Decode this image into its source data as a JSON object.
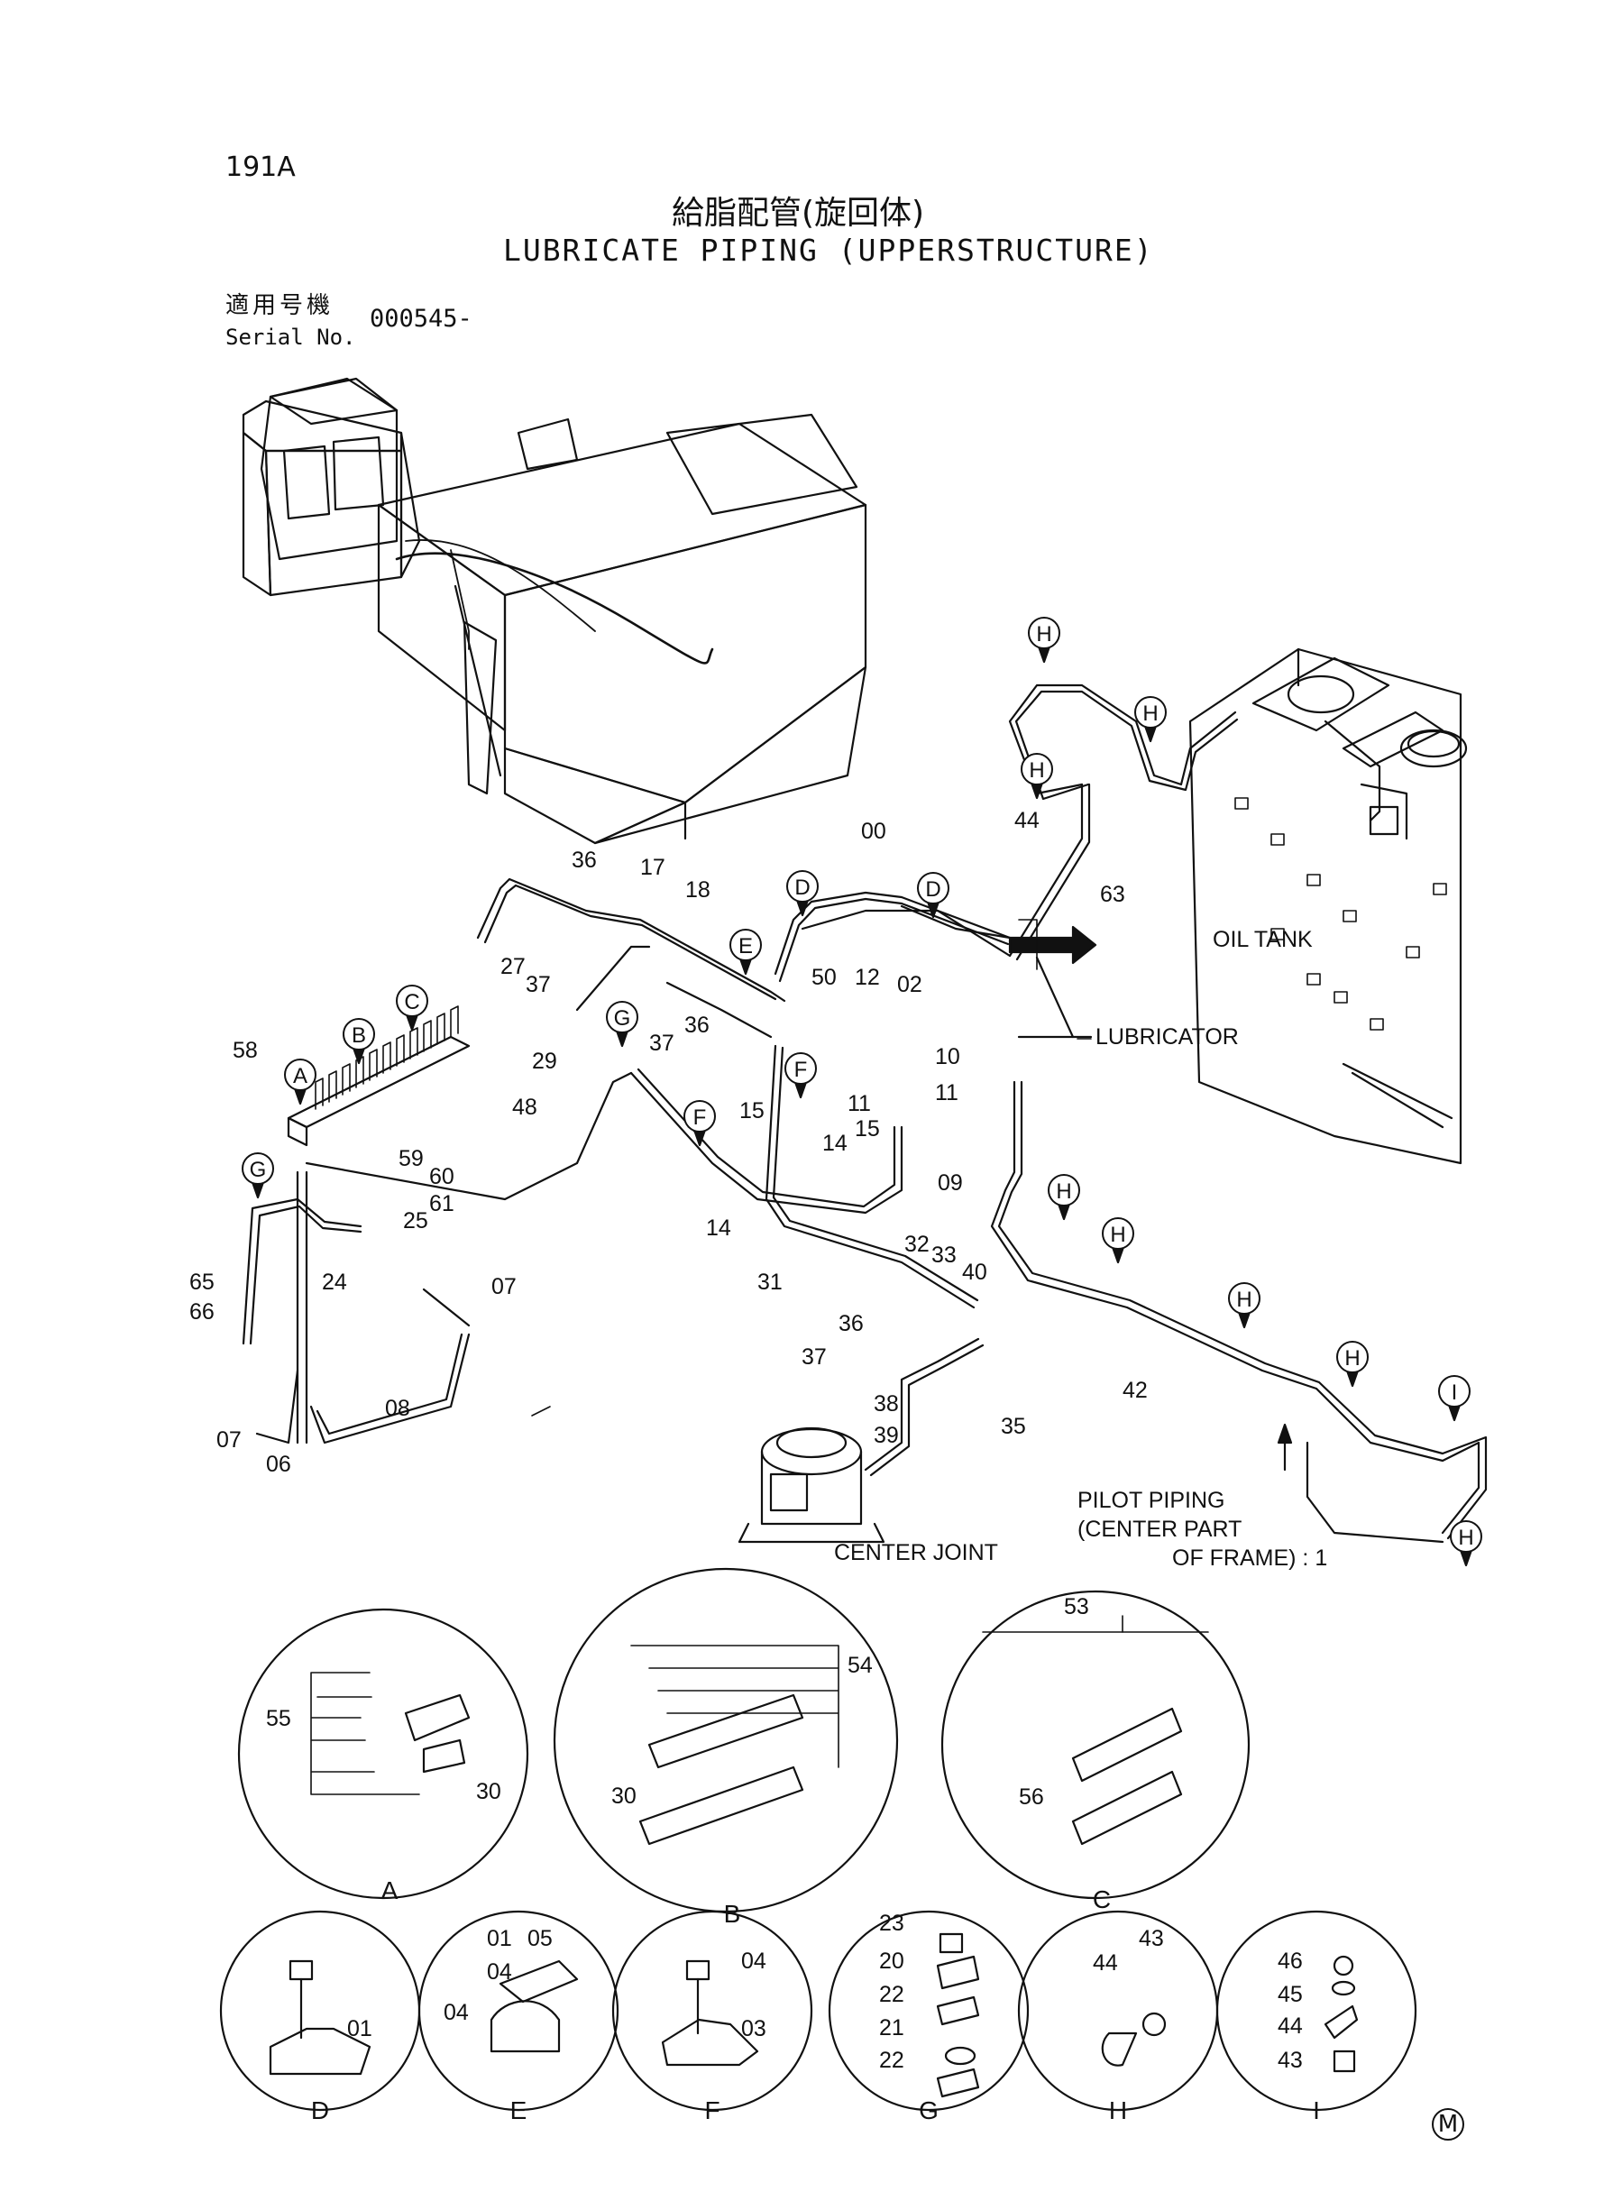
{
  "header": {
    "page_code": "191A",
    "title_jp": "給脂配管(旋回体)",
    "title_en": "LUBRICATE PIPING (UPPERSTRUCTURE)",
    "serial_label_jp": "適用号機",
    "serial_label_en": "Serial No.",
    "serial_value": "000545-"
  },
  "labels": {
    "oil_tank": "OIL TANK",
    "lubricator": "LUBRICATOR",
    "pilot_piping_1": "PILOT PIPING",
    "pilot_piping_2": "(CENTER PART",
    "pilot_piping_3": "OF FRAME) : 1",
    "center_joint": "CENTER JOINT"
  },
  "part_numbers": [
    "00",
    "01",
    "02",
    "03",
    "04",
    "05",
    "06",
    "07",
    "08",
    "09",
    "10",
    "11",
    "12",
    "14",
    "15",
    "17",
    "18",
    "20",
    "21",
    "22",
    "23",
    "24",
    "25",
    "27",
    "29",
    "30",
    "31",
    "32",
    "33",
    "35",
    "36",
    "37",
    "38",
    "39",
    "40",
    "42",
    "43",
    "44",
    "45",
    "46",
    "48",
    "50",
    "53",
    "54",
    "55",
    "56",
    "58",
    "59",
    "60",
    "61",
    "63",
    "65",
    "66"
  ],
  "callouts": [
    "A",
    "B",
    "C",
    "D",
    "E",
    "F",
    "G",
    "H",
    "I"
  ],
  "detail_views": [
    "A",
    "B",
    "C",
    "D",
    "E",
    "F",
    "G",
    "H",
    "I"
  ],
  "footer_mark": "M"
}
